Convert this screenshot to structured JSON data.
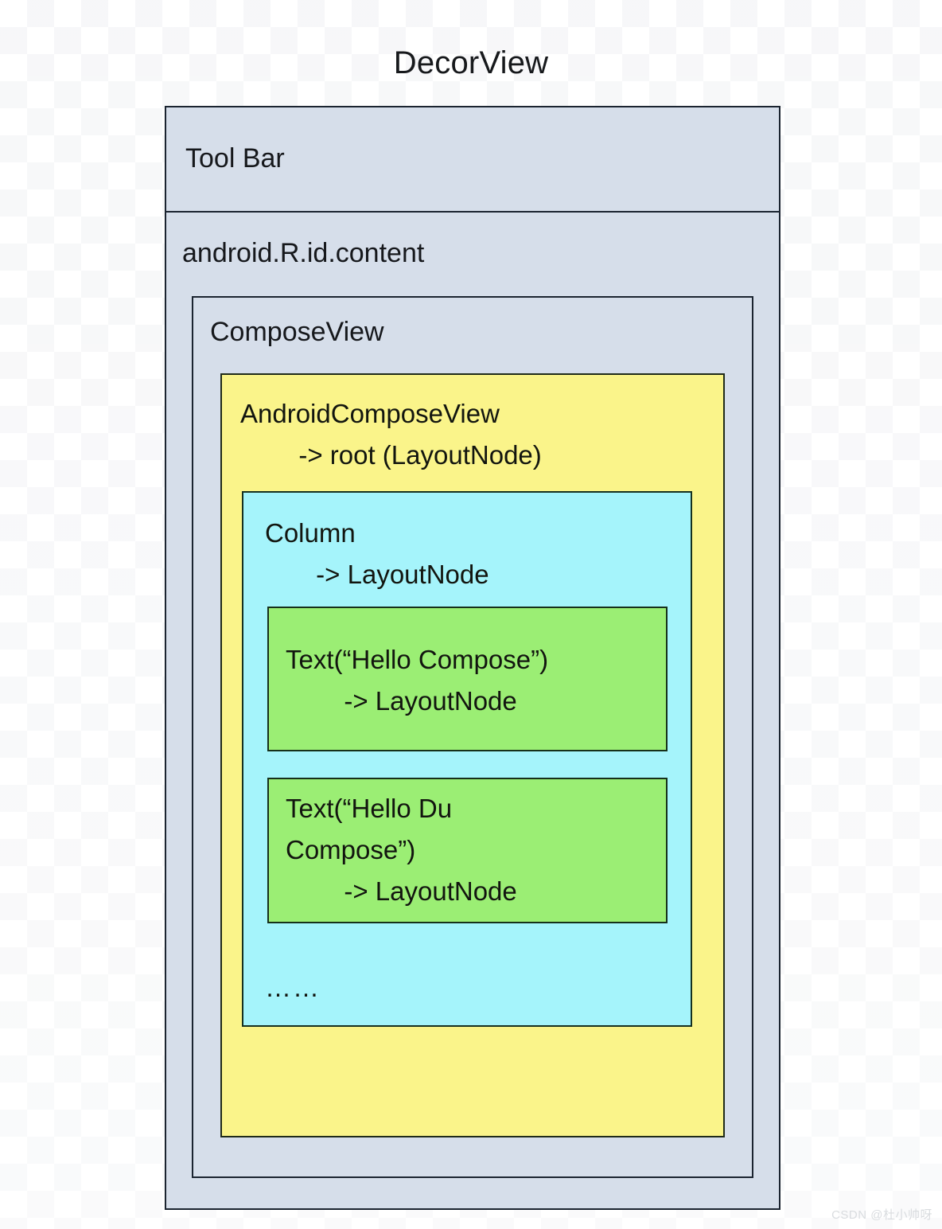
{
  "diagram": {
    "title": "DecorView",
    "watermark": "CSDN @杜小帅呀",
    "colors": {
      "panel": "#d6deea",
      "yellow": "#faf48a",
      "cyan": "#a5f4fb",
      "green": "#9bee74",
      "stroke": "#1b2430",
      "text": "#16181c"
    },
    "toolbar": {
      "label": "Tool Bar"
    },
    "content": {
      "label": "android.R.id.content"
    },
    "composeview": {
      "label": "ComposeView"
    },
    "androidcomposeview": {
      "label": "AndroidComposeView\n        -> root (LayoutNode)"
    },
    "column": {
      "label": "Column\n       -> LayoutNode",
      "ellipsis": "……"
    },
    "text_nodes": [
      {
        "label": "Text(“Hello Compose”)\n        -> LayoutNode"
      },
      {
        "label": "Text(“Hello Du\nCompose”)\n        -> LayoutNode"
      }
    ]
  }
}
